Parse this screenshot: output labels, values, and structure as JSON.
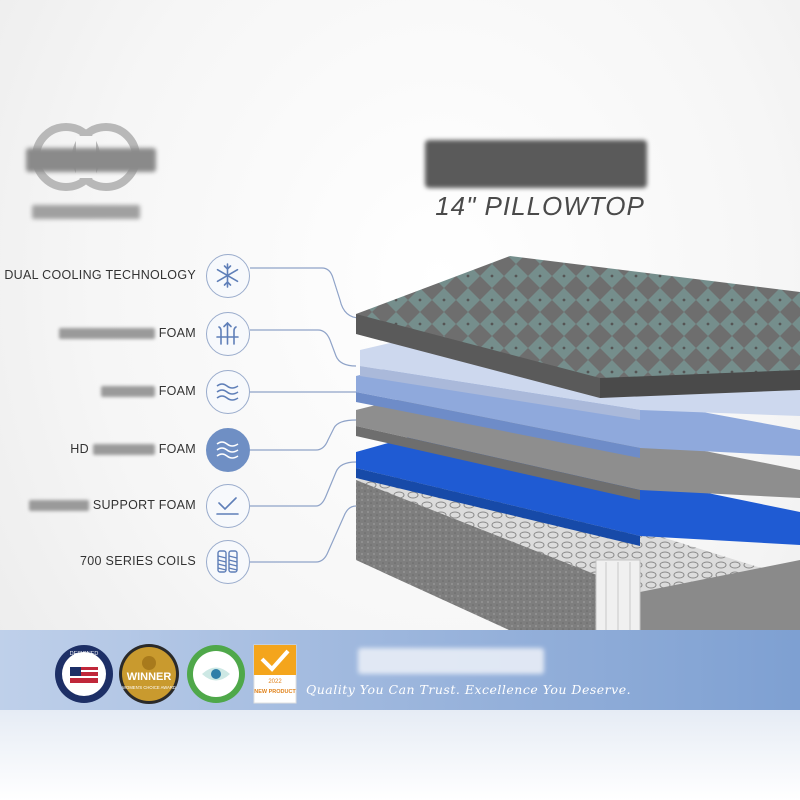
{
  "header": {
    "subtitle": "14\" PILLOWTOP"
  },
  "features": [
    {
      "label": "DUAL COOLING TECHNOLOGY",
      "icon": "snowflake-icon"
    },
    {
      "label": "FOAM",
      "icon": "airflow-arrows-icon"
    },
    {
      "label": "FOAM",
      "icon": "wave-layers-icon"
    },
    {
      "label": "HD",
      "label_end": "FOAM",
      "icon": "wave-layers-filled-icon"
    },
    {
      "label": "SUPPORT FOAM",
      "icon": "support-checkmark-icon"
    },
    {
      "label": "700 SERIES COILS",
      "icon": "coils-icon"
    }
  ],
  "badges": [
    {
      "name": "designed-badge",
      "text": "DESIGNED"
    },
    {
      "name": "winner-badge",
      "text": "WINNER",
      "subtext": "WOMEN'S CHOICE AWARD"
    },
    {
      "name": "certification-badge",
      "icon": "certification-seal-icon"
    },
    {
      "name": "new-product-badge",
      "text": "NEW PRODUCT",
      "year": "2022"
    }
  ],
  "banner": {
    "tagline_part1": "Quality You Can Trust.",
    "tagline_part2": "Excellence You Deserve."
  },
  "colors": {
    "banner_blue": "#7ea0d2",
    "layer_light": "#cdd8ee",
    "layer_mid": "#8fa9dc",
    "layer_deep": "#1f5bd3",
    "cover_gray": "#6c6c6c",
    "accent_teal": "#5fc2b8"
  }
}
